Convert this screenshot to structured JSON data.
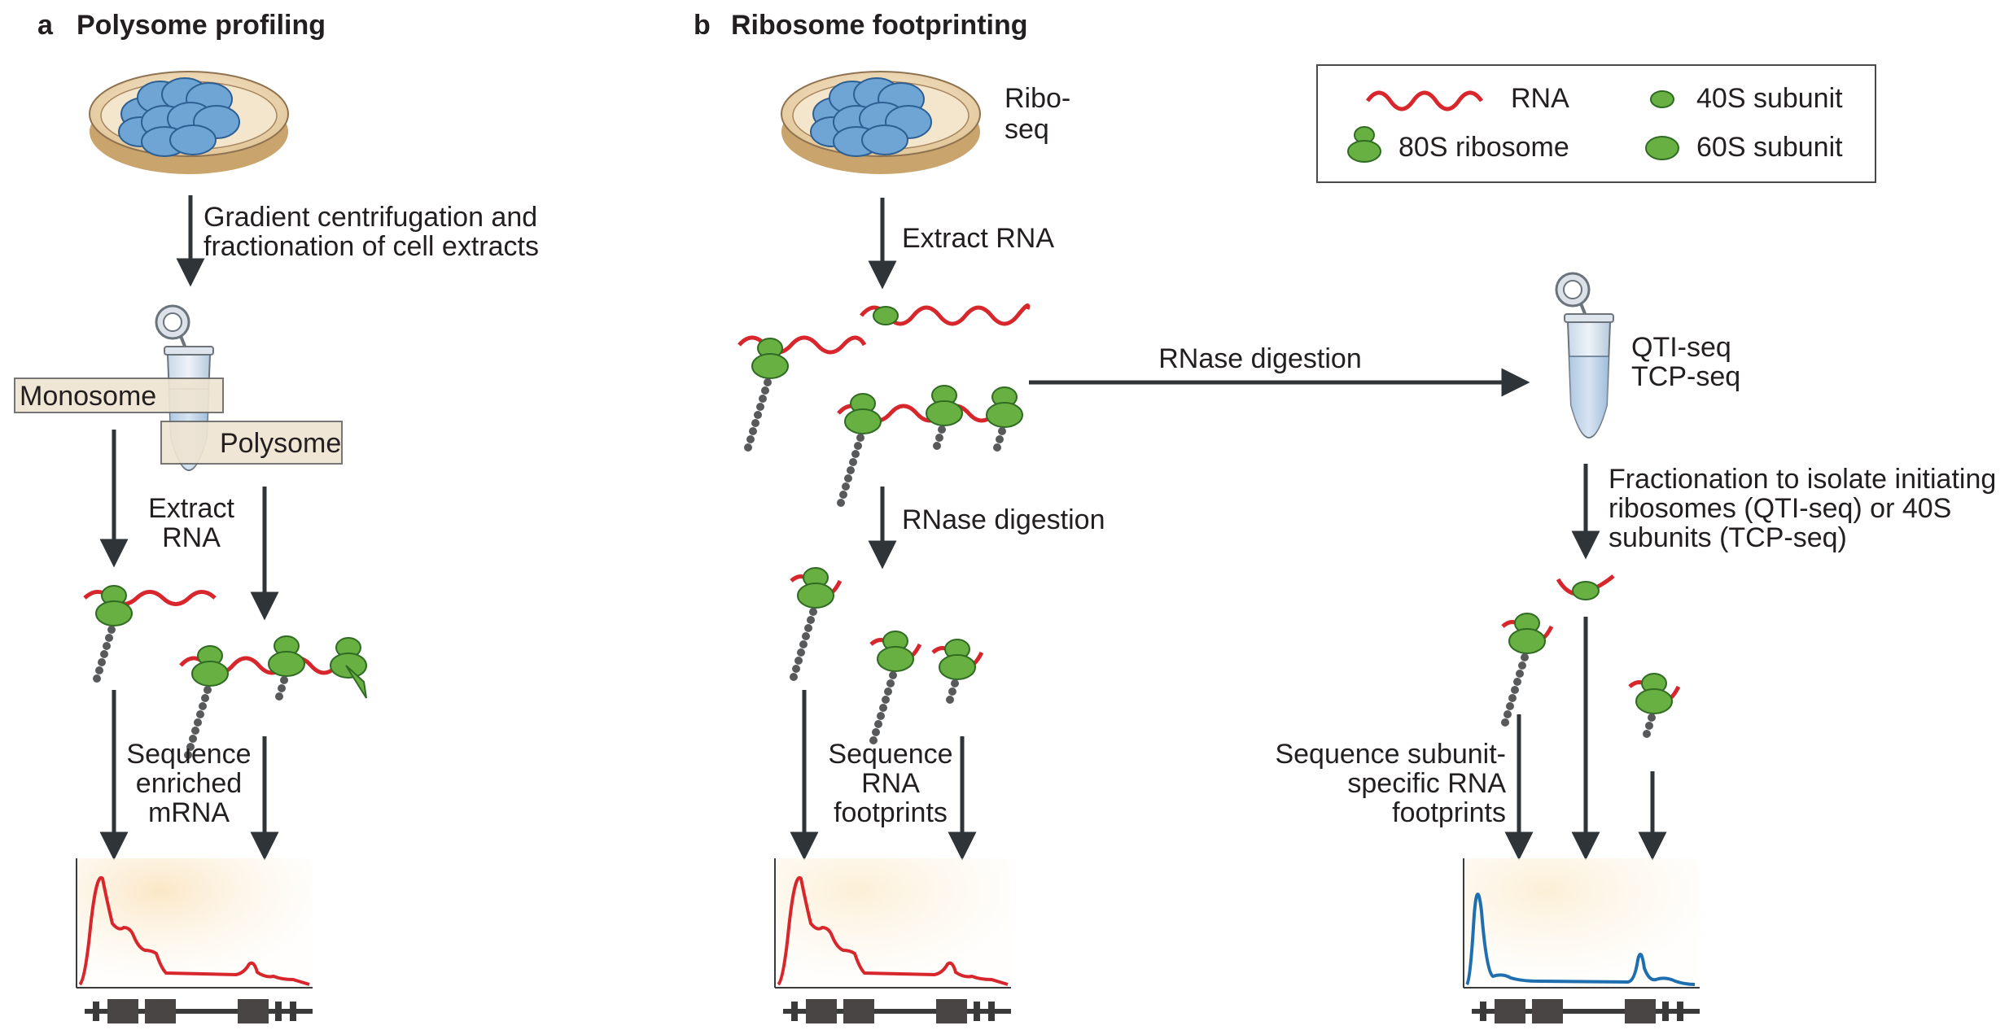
{
  "panel_a": {
    "letter": "a",
    "title": "Polysome profiling",
    "step_gradient": [
      "Gradient centrifugation and",
      "fractionation of cell extracts"
    ],
    "monosome_label": "Monosome",
    "polysome_label": "Polysome",
    "extract_rna": [
      "Extract",
      "RNA"
    ],
    "sequence_label": [
      "Sequence",
      "enriched",
      "mRNA"
    ]
  },
  "panel_b": {
    "letter": "b",
    "title": "Ribosome footprinting",
    "riboseq_label": [
      "Ribo-",
      "seq"
    ],
    "extract_rna": "Extract RNA",
    "rnase_horizontal": "RNase digestion",
    "rnase_vertical": "RNase digestion",
    "sequence_footprints": [
      "Sequence",
      "RNA",
      "footprints"
    ],
    "qti_labels": [
      "QTI-seq",
      "TCP-seq"
    ],
    "fractionation": [
      "Fractionation to isolate initiating",
      "ribosomes (QTI-seq) or 40S",
      "subunits (TCP-seq)"
    ],
    "subunit_seq": [
      "Sequence subunit-",
      "specific RNA",
      "footprints"
    ]
  },
  "legend": {
    "rna": "RNA",
    "ribosome_80s": "80S ribosome",
    "subunit_40s": "40S subunit",
    "subunit_60s": "60S subunit"
  },
  "colors": {
    "rna": "#d7262c",
    "ribosome": "#69b043",
    "ribosome_dark": "#2f6b22",
    "cells": "#6fa5d5",
    "dish": "#edd9b4",
    "trace_red": "#d7262c",
    "trace_blue": "#1f6fb0",
    "arrow": "#2e3438",
    "label_box": "#efe4d2"
  }
}
